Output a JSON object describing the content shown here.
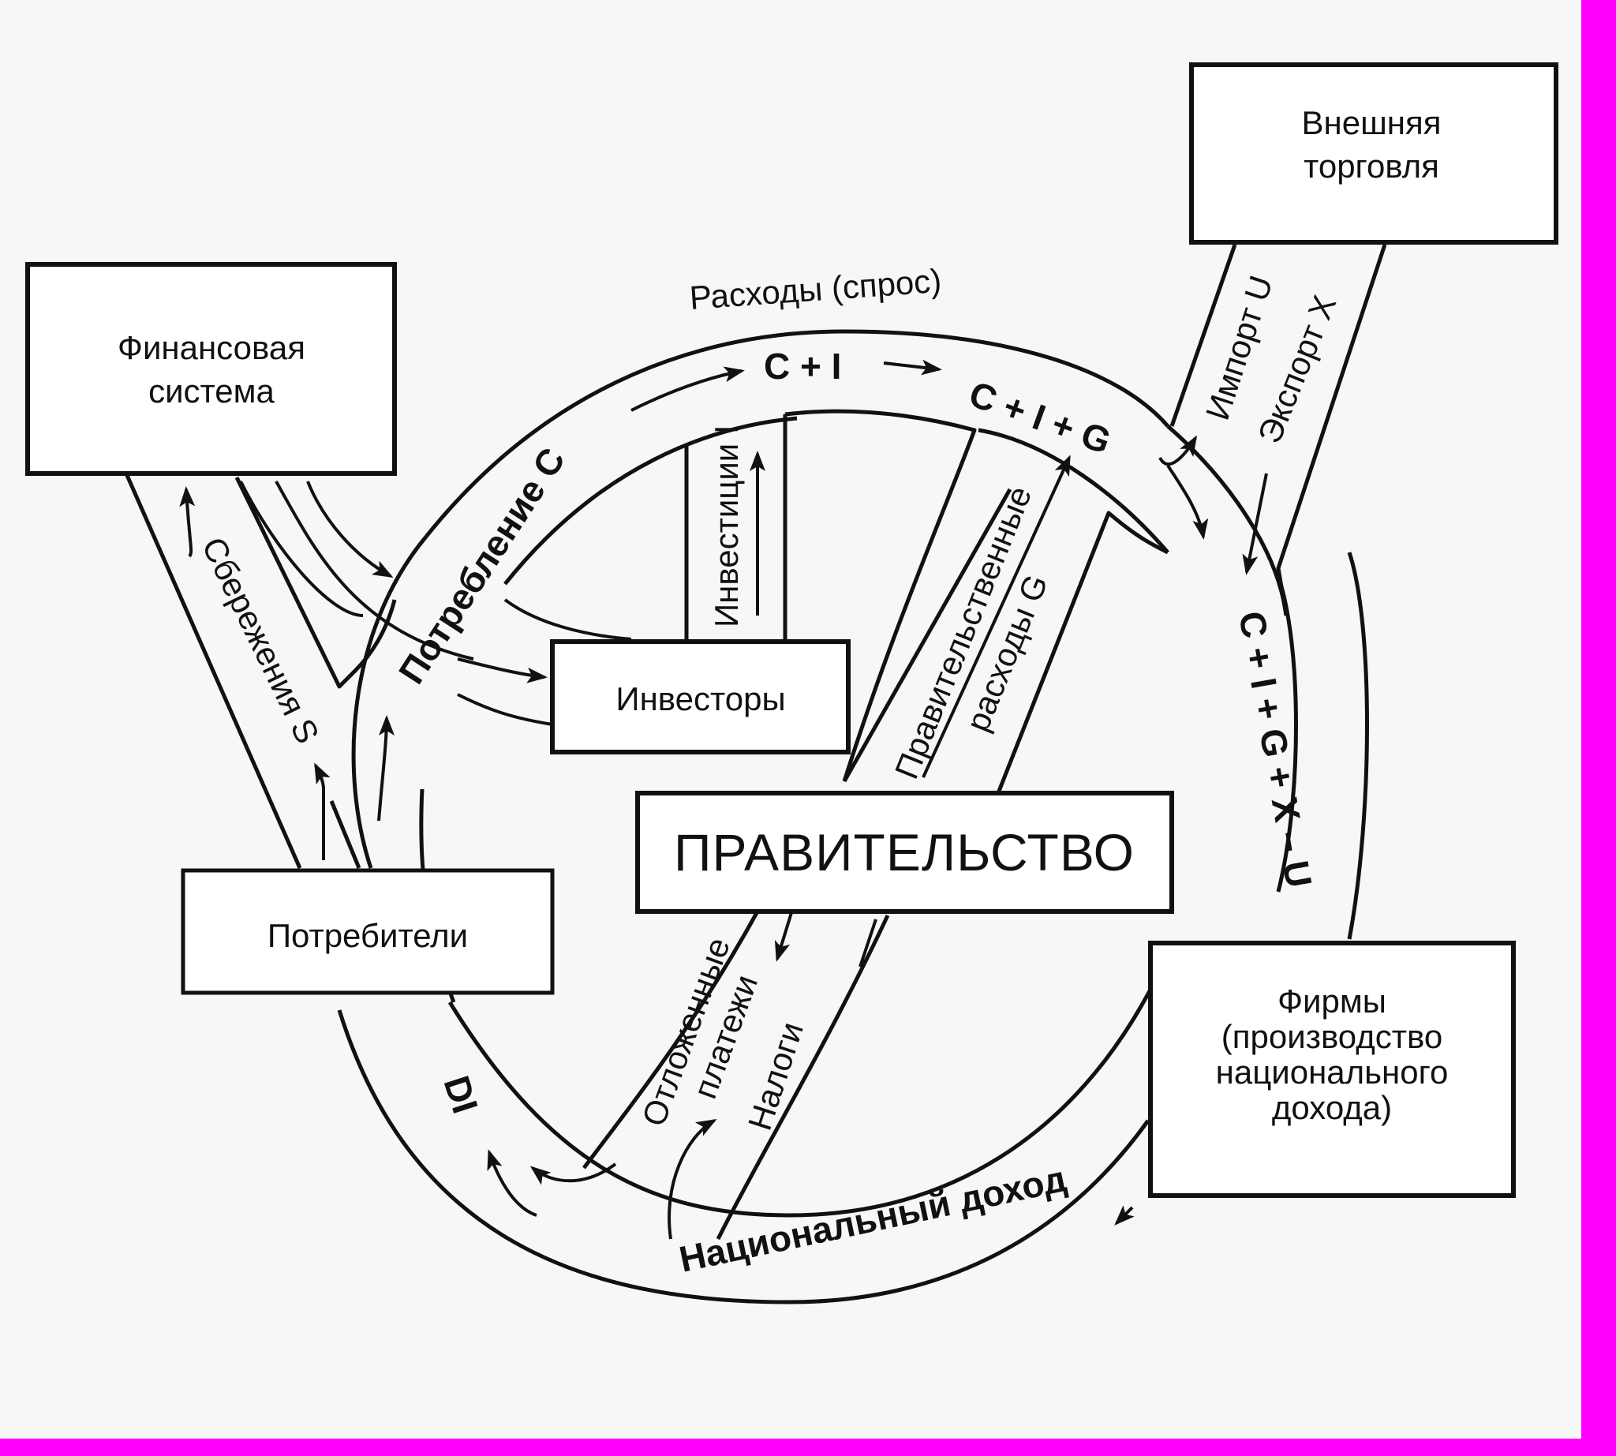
{
  "nodes": {
    "financial_system": [
      "Финансовая",
      "система"
    ],
    "foreign_trade": [
      "Внешняя",
      "торговля"
    ],
    "investors": "Инвесторы",
    "government": "ПРАВИТЕЛЬСТВО",
    "consumers": "Потребители",
    "firms": [
      "Фирмы",
      "(производство",
      "национального",
      "дохода)"
    ]
  },
  "flows": {
    "spending_demand": "Расходы (спрос)",
    "consumption": "Потребление C",
    "c_plus_i": "C + I",
    "c_i_g": "C + I + G",
    "c_i_g_x_u": "C + I + G + X – U",
    "investment": "Инвестиции I",
    "government_spending": [
      "Правительственные",
      "расходы G"
    ],
    "import": "Импорт U",
    "export": "Экспорт X",
    "savings": "Сбережения S",
    "national_income": "Национальный доход",
    "deferred_payments": [
      "Отложенные",
      "платежи"
    ],
    "taxes": "Налоги",
    "disposable_income": "DI"
  }
}
